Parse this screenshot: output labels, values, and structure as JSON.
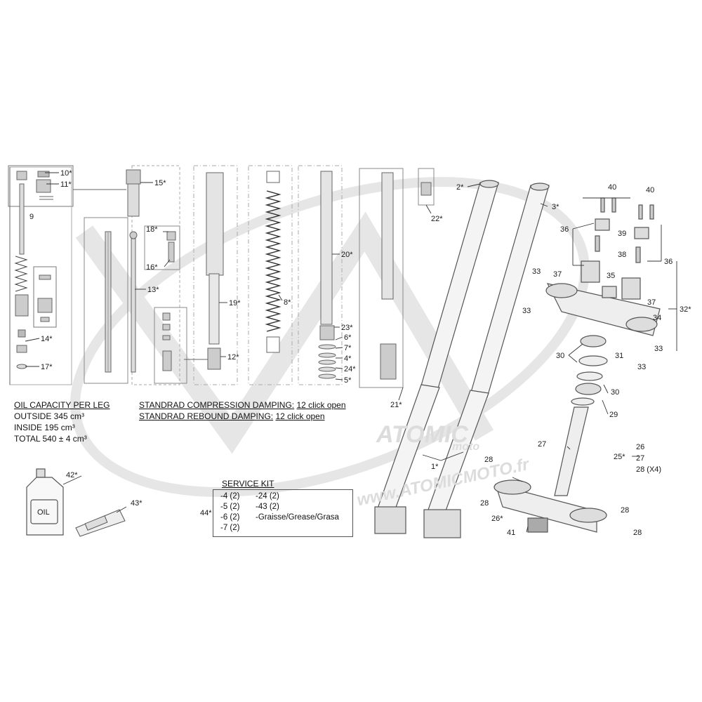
{
  "watermark": {
    "brand": "ATOMIC",
    "sub": "moto",
    "url": "www.ATOMICMOTO.fr"
  },
  "oil": {
    "title": "OIL CAPACITY PER LEG",
    "outside": "OUTSIDE 345 cm³",
    "inside": "INSIDE 195 cm³",
    "total": "TOTAL 540 ± 4 cm³",
    "bottle_label": "OIL"
  },
  "damping": {
    "compression_label": "STANDRAD COMPRESSION DAMPING:",
    "compression_value": "12 click open",
    "rebound_label": "STANDRAD REBOUND DAMPING:",
    "rebound_value": "12 click open"
  },
  "service_kit": {
    "title": "SERVICE KIT",
    "ref": "44*",
    "col1": [
      "-4 (2)",
      "-5 (2)",
      "-6 (2)",
      "-7 (2)"
    ],
    "col2": [
      "-24 (2)",
      "-43 (2)",
      "-Graisse/Grease/Grasa"
    ]
  },
  "callouts": {
    "c10": "10*",
    "c11": "11*",
    "c9": "9",
    "c14": "14*",
    "c17": "17*",
    "c15": "15*",
    "c18": "18*",
    "c16": "16*",
    "c13": "13*",
    "c19": "19*",
    "c12": "12*",
    "c8": "8*",
    "c20": "20*",
    "c23": "23*",
    "c6": "6*",
    "c7": "7*",
    "c4": "4*",
    "c24": "24*",
    "c5": "5*",
    "c21": "21*",
    "c22": "22*",
    "c2": "2*",
    "c3": "3*",
    "c1": "1*",
    "c40a": "40",
    "c40b": "40",
    "c36a": "36",
    "c39": "39",
    "c38": "38",
    "c36b": "36",
    "c37a": "37",
    "c35": "35",
    "c37b": "37",
    "c33a": "33",
    "c33b": "33",
    "c34": "34",
    "c32": "32*",
    "c33c": "33",
    "c33d": "33",
    "c31": "31",
    "c30a": "30",
    "c30b": "30",
    "c29": "29",
    "c27": "27",
    "c25": "25*",
    "c26g": "26",
    "c27g": "27",
    "c28g": "28 (X4)",
    "c28a": "28",
    "c28b": "28",
    "c28c": "28",
    "c28d": "28",
    "c26": "26*",
    "c41": "41",
    "c42": "42*",
    "c43": "43*"
  }
}
